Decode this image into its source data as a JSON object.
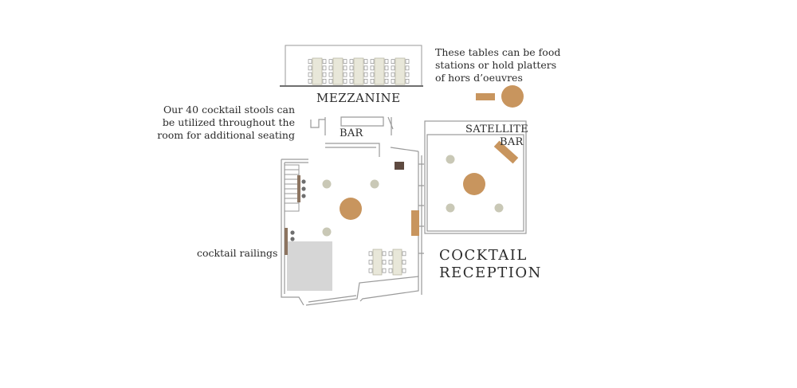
{
  "labels": {
    "mezzanine": "MEZZANINE",
    "bar": "BAR",
    "satellite_bar_line1": "SATELLITE",
    "satellite_bar_line2": "BAR",
    "cocktail_reception_line1": "COCKTAIL",
    "cocktail_reception_line2": "RECEPTION"
  },
  "notes": {
    "stools_line1": "Our 40 cocktail stools can",
    "stools_line2": "be utilized throughout the",
    "stools_line3": "room for additional seating",
    "tables_line1": "These tables can be food",
    "tables_line2": "stations or hold platters",
    "tables_line3": "of hors d’oeuvres",
    "railings": "cocktail railings"
  },
  "colors": {
    "wall": "#9a9a9a",
    "table_tan": "#c8955e",
    "stool_sage": "#c9c8b6",
    "railing": "#8c7460",
    "stage_gray": "#d6d6d6",
    "dark_column": "#5e4a40",
    "text": "#2b2b2b"
  }
}
